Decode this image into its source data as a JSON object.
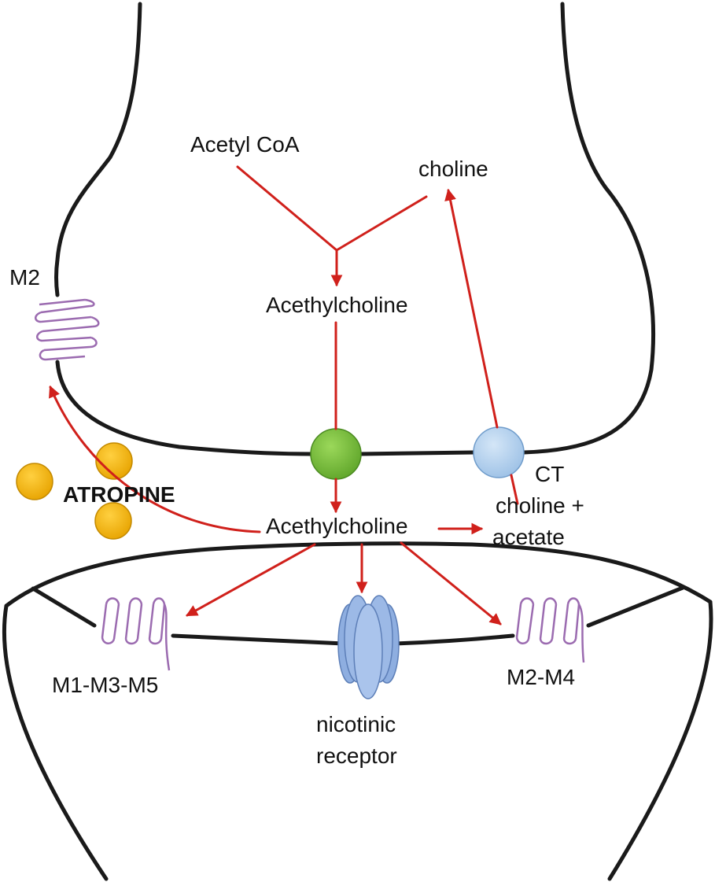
{
  "labels": {
    "acetyl_coa": "Acetyl CoA",
    "choline_top": "choline",
    "acetylcholine_top": "Acethylcholine",
    "acetylcholine_cleft": "Acethylcholine",
    "m2_pre": "M2",
    "atropine": "ATROPINE",
    "ct": "CT",
    "choline_acetate_line1": "choline +",
    "choline_acetate_line2": "acetate",
    "m1_m3_m5": "M1-M3-M5",
    "m2_m4": "M2-M4",
    "nicotinic_line1": "nicotinic",
    "nicotinic_line2": "receptor"
  },
  "colors": {
    "membrane": "#1a1a1a",
    "arrow": "#d0201b",
    "receptor_coil": "#9b6bb0",
    "release_site": "#7ec43a",
    "choline_transporter": "#b7d3ee",
    "atropine": "#f6b400",
    "nicotinic_receptor": "#8eaee0"
  },
  "icons": {
    "m2_presynaptic": "gpcr-coil-icon",
    "m1_m3_m5": "gpcr-coil-icon",
    "m2_m4": "gpcr-coil-icon",
    "nicotinic": "ion-channel-icon",
    "release": "vesicle-release-icon",
    "transporter": "choline-transporter-icon",
    "atropine": "atropine-molecule-icon"
  }
}
